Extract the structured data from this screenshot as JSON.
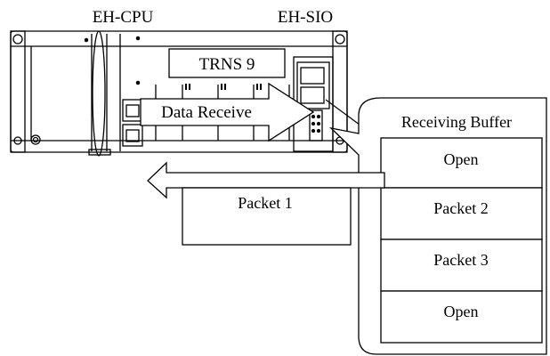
{
  "labels": {
    "cpu": "EH-CPU",
    "sio": "EH-SIO",
    "trns": "TRNS 9",
    "data_receive": "Data Receive",
    "packet1": "Packet 1"
  },
  "buffer": {
    "title": "Receiving Buffer",
    "slots": [
      "Open",
      "Packet 2",
      "Packet 3",
      "Open"
    ]
  }
}
